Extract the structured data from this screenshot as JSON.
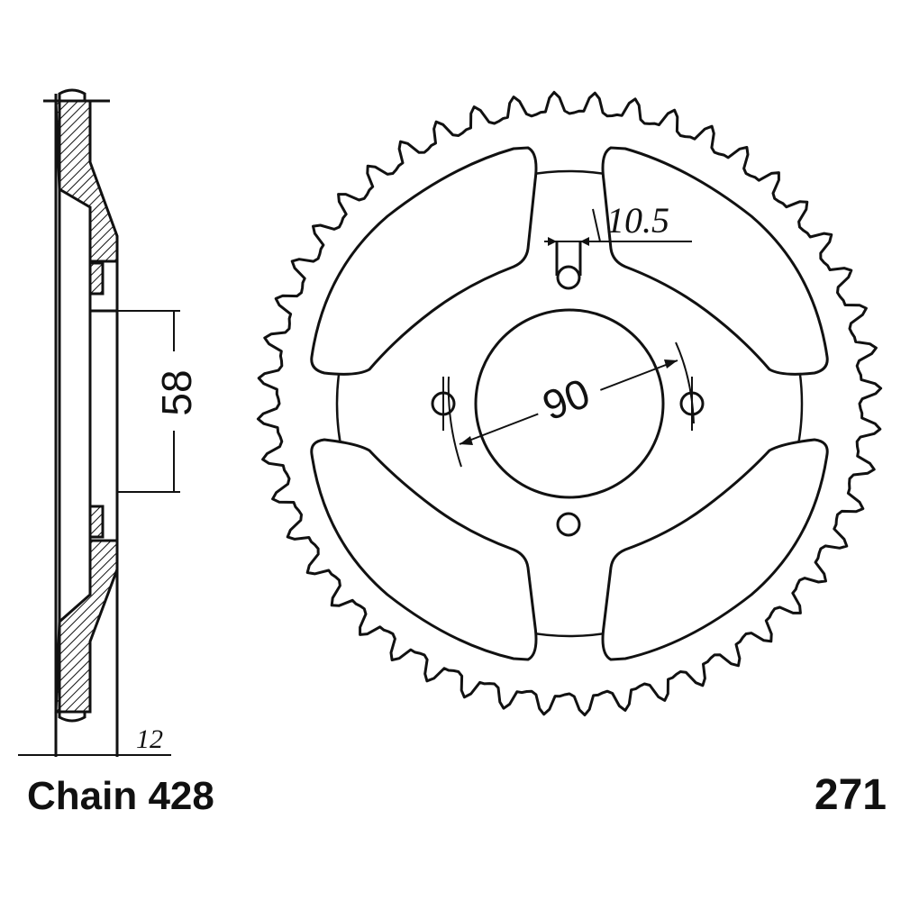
{
  "dimensions": {
    "bolt_slot_width": "10.5",
    "bolt_circle": "90",
    "hub_bore": "58",
    "thickness": "12"
  },
  "caption": {
    "chain": "Chain 428",
    "part_number": "271"
  },
  "sprocket": {
    "tooth_count": 48,
    "line_color": "#111111",
    "hatch_color": "#111111"
  }
}
